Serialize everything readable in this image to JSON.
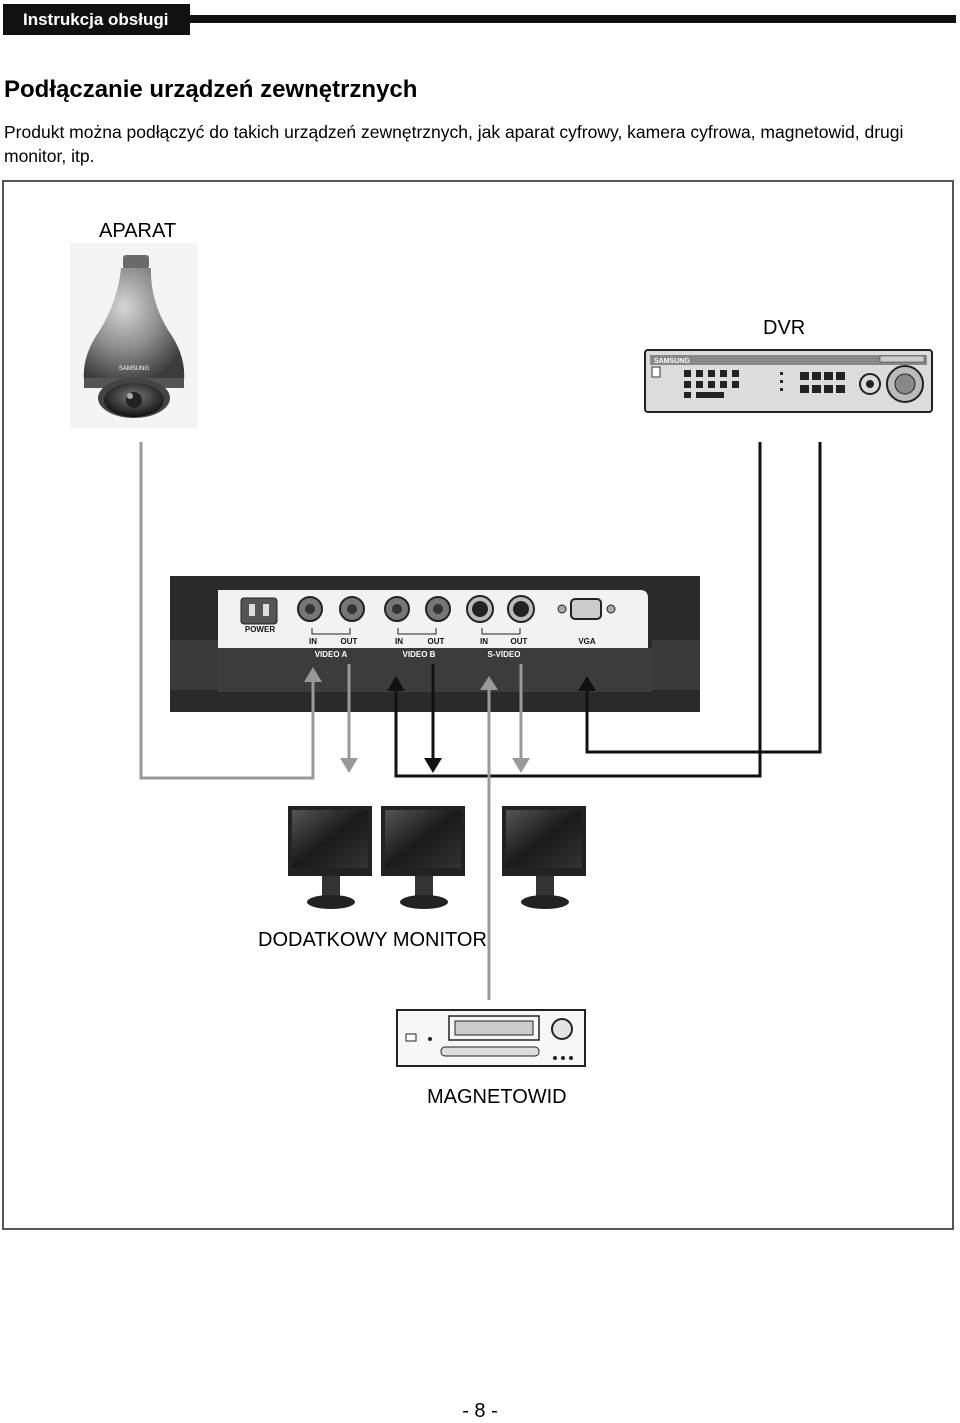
{
  "header": {
    "tab_label": "Instrukcja obsługi"
  },
  "section": {
    "title": "Podłączanie urządzeń zewnętrznych",
    "intro": "Produkt można podłączyć do takich urządzeń zewnętrznych, jak aparat cyfrowy, kamera cyfrowa, magnetowid, drugi monitor, itp."
  },
  "diagram": {
    "camera_label": "APARAT",
    "dvr_label": "DVR",
    "monitor_label": "DODATKOWY MONITOR",
    "vcr_label": "MAGNETOWID",
    "camera_brand": "SAMSUNG",
    "dvr_brand": "SAMSUNG",
    "panel": {
      "power": "POWER",
      "in": "IN",
      "out": "OUT",
      "video_a": "VIDEO A",
      "video_b": "VIDEO B",
      "s_video": "S-VIDEO",
      "vga": "VGA"
    }
  },
  "footer": {
    "page_number": "- 8 -"
  }
}
